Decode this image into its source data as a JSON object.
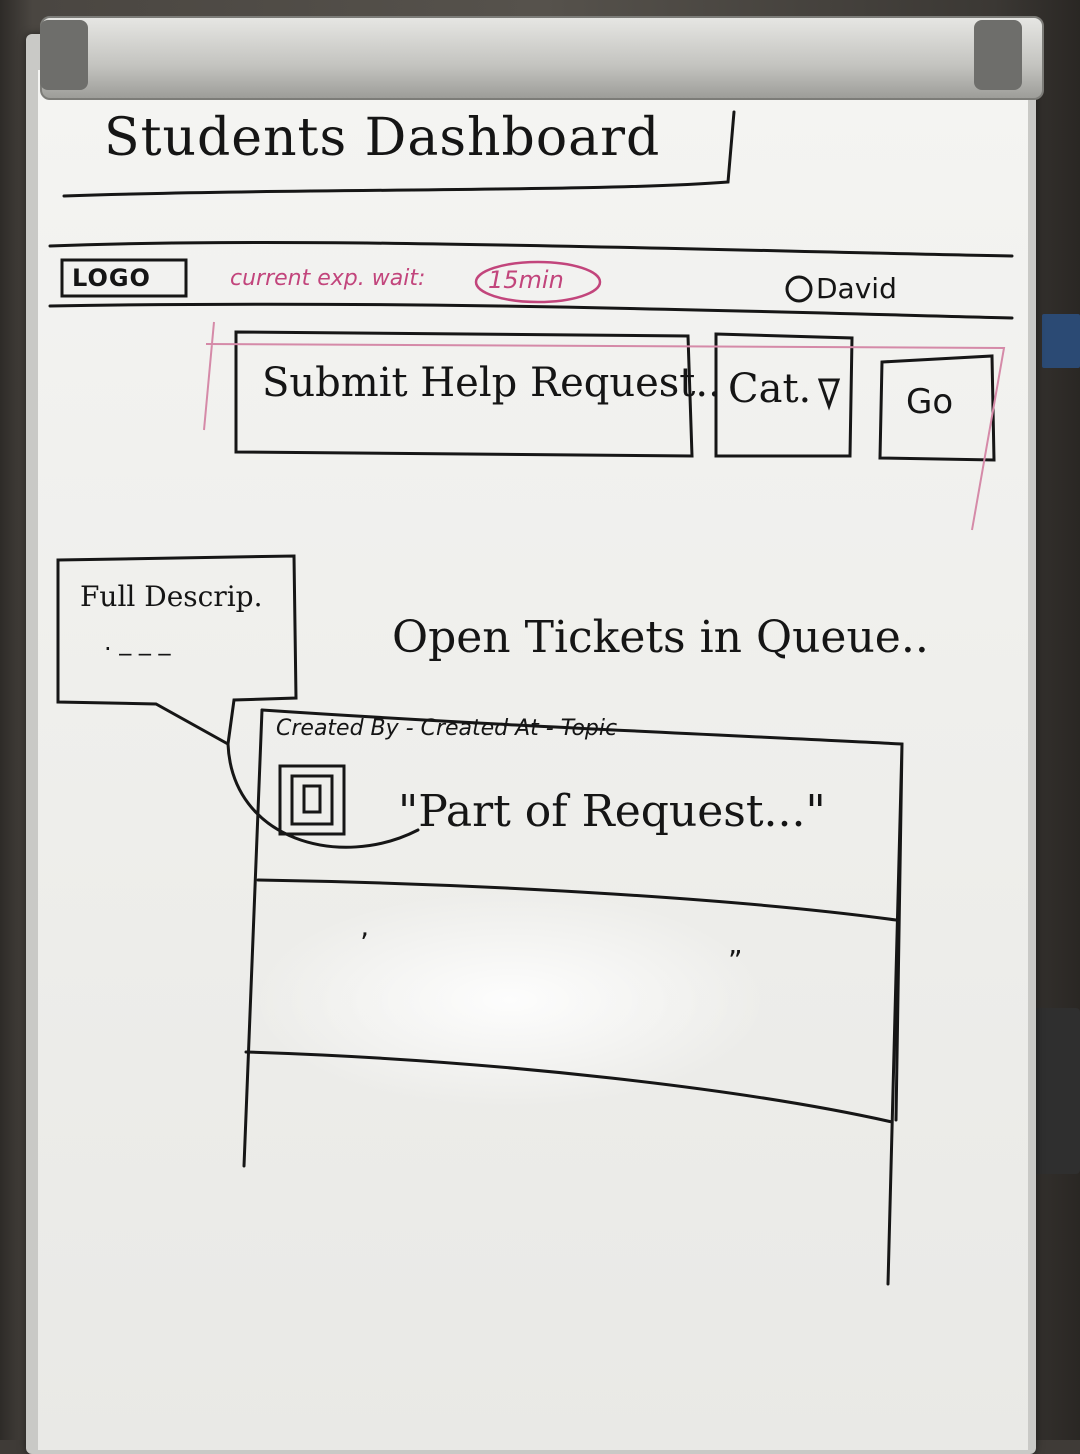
{
  "title": "Students Dashboard",
  "header": {
    "logo": "LOGO",
    "wait_label": "current exp. wait:",
    "wait_value": "15min",
    "user": "David"
  },
  "request_bar": {
    "input_text": "Submit Help Request..",
    "category": "Cat.",
    "go": "Go"
  },
  "tooltip": {
    "title": "Full Descrip.",
    "body": ". _ _ _"
  },
  "queue": {
    "heading": "Open Tickets in Queue..",
    "columns_line": "Created By - Created At - Topic",
    "first_ticket_text": "\"Part of Request...\"",
    "second_ticket_open_quote": "‚",
    "second_ticket_close_quote": "”"
  },
  "colors": {
    "ink": "#151515",
    "pink_marker": "#c2457c",
    "board": "#f1f1ef"
  },
  "icons": {
    "avatar": "avatar-icon",
    "dropdown": "triangle-down-icon",
    "user": "user-circle-icon"
  }
}
